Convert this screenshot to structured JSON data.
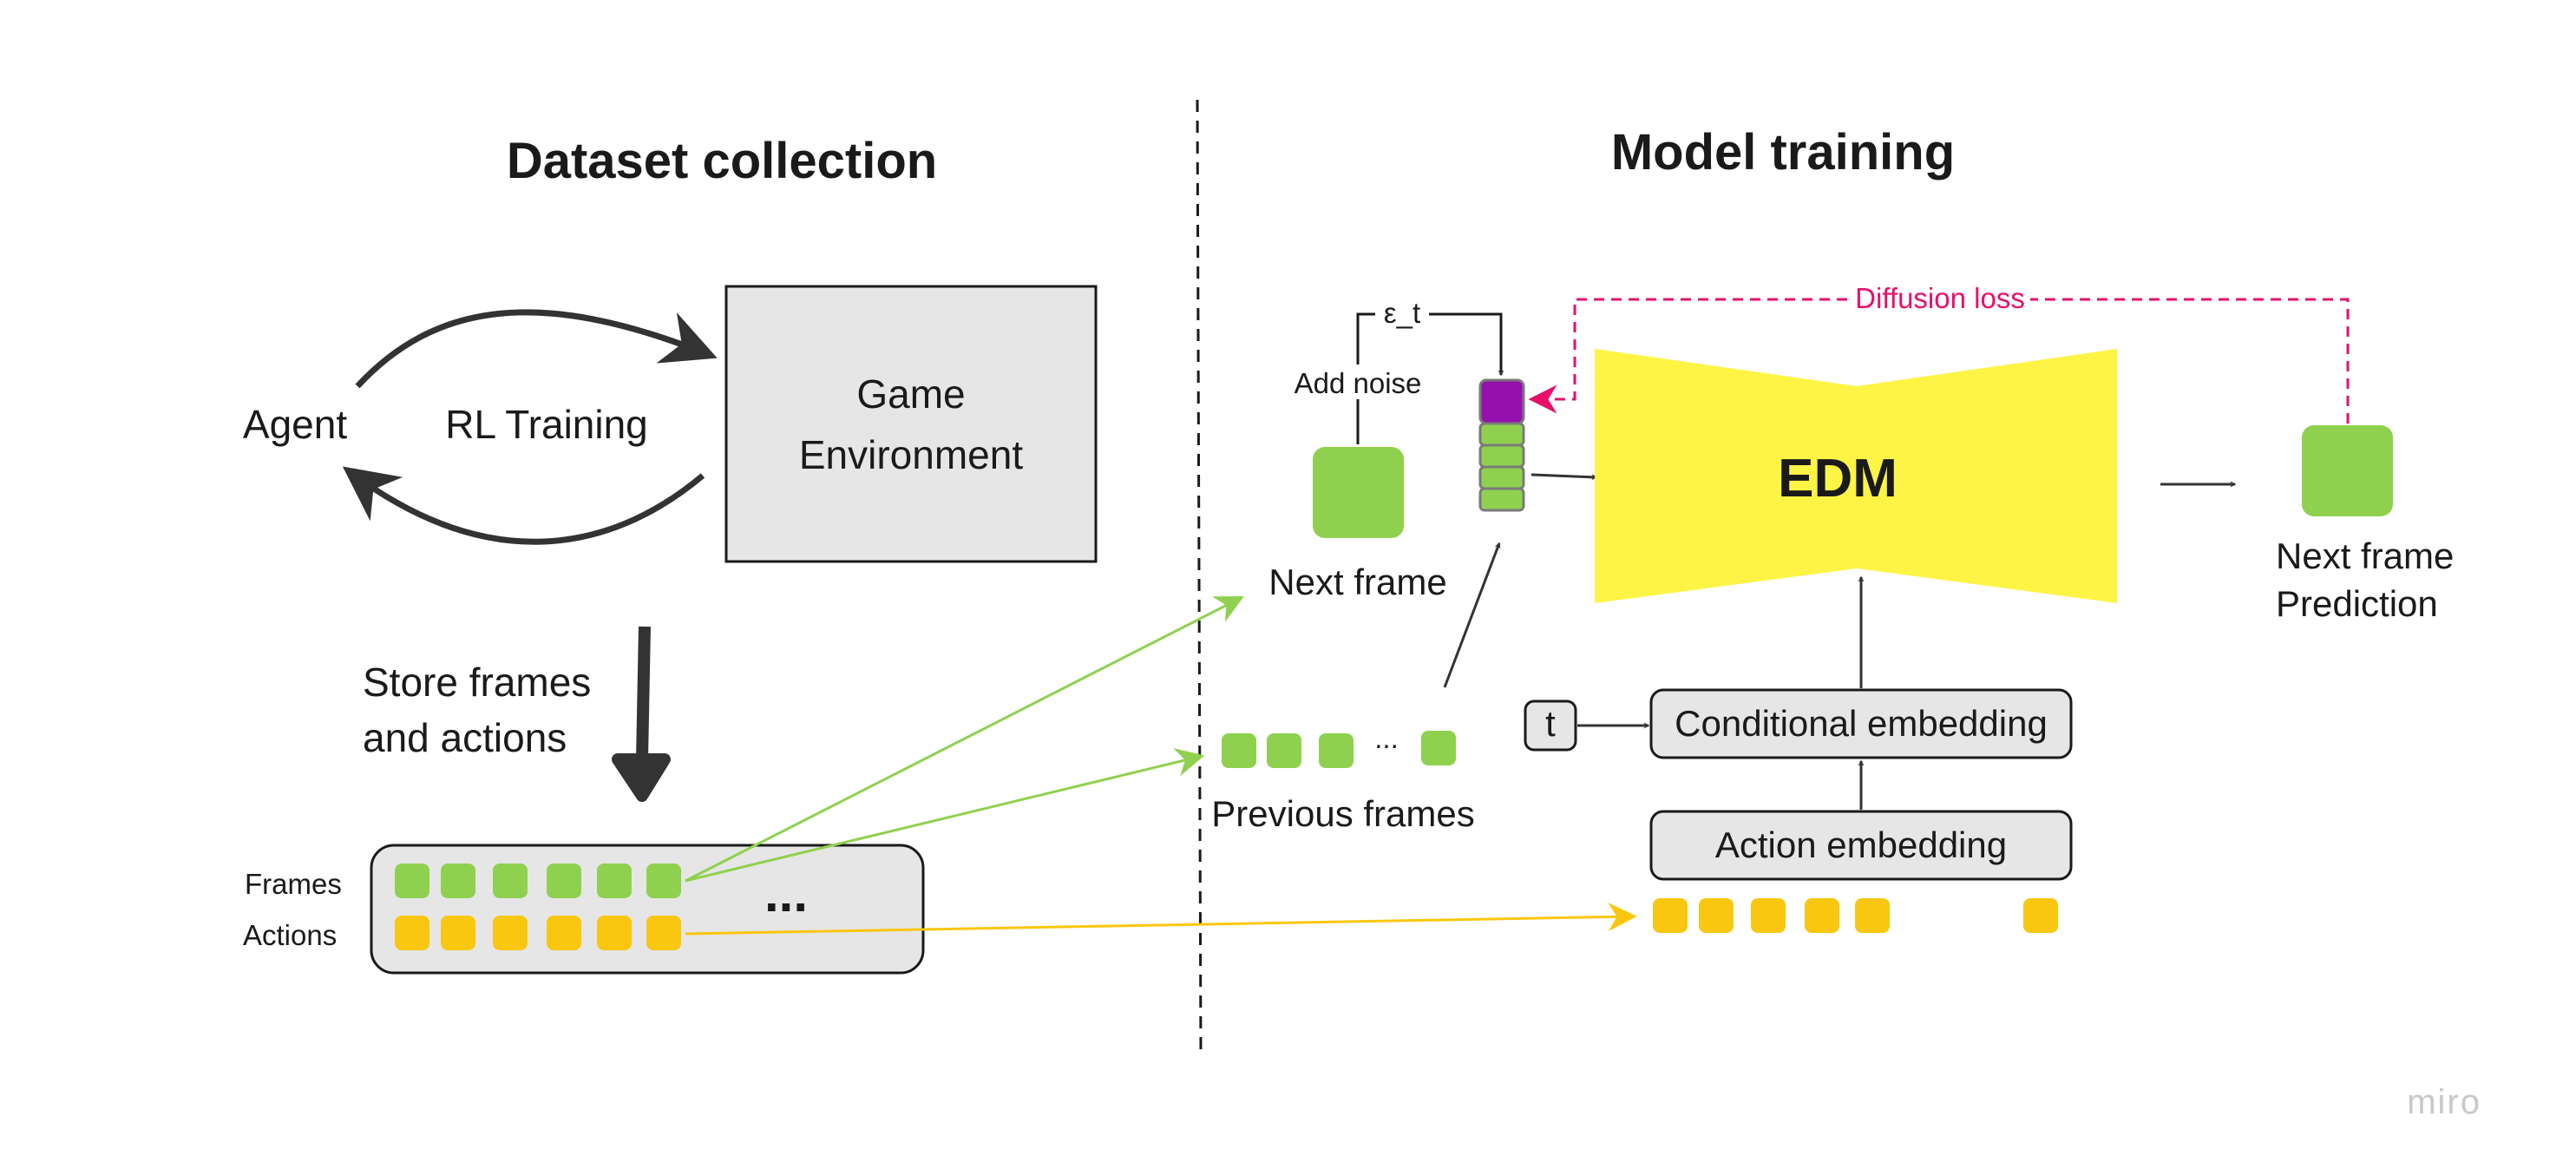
{
  "colors": {
    "green": "#8fd14f",
    "yellow": "#fac710",
    "edm": "#fef445",
    "purple": "#9510ac",
    "loss": "#e6106b",
    "box_fill": "#e6e6e6",
    "text": "#1a1a1a",
    "arrow": "#333333",
    "watermark": "#c8c8c8"
  },
  "left": {
    "title": "Dataset collection",
    "agent": "Agent",
    "rl_training": "RL Training",
    "environment": [
      "Game",
      "Environment"
    ],
    "store": [
      "Store frames",
      "and actions"
    ],
    "buffer": {
      "frames_label": "Frames",
      "actions_label": "Actions",
      "ellipsis": "..."
    }
  },
  "right": {
    "title": "Model training",
    "epsilon": "ε_t",
    "add_noise": "Add noise",
    "next_frame": "Next frame",
    "previous_frames": "Previous frames",
    "prev_ellipsis": "...",
    "diffusion_loss": "Diffusion loss",
    "edm": "EDM",
    "t_label": "t",
    "conditional_embedding": "Conditional embedding",
    "action_embedding": "Action embedding",
    "prediction": [
      "Next frame",
      "Prediction"
    ]
  },
  "watermark": "miro"
}
